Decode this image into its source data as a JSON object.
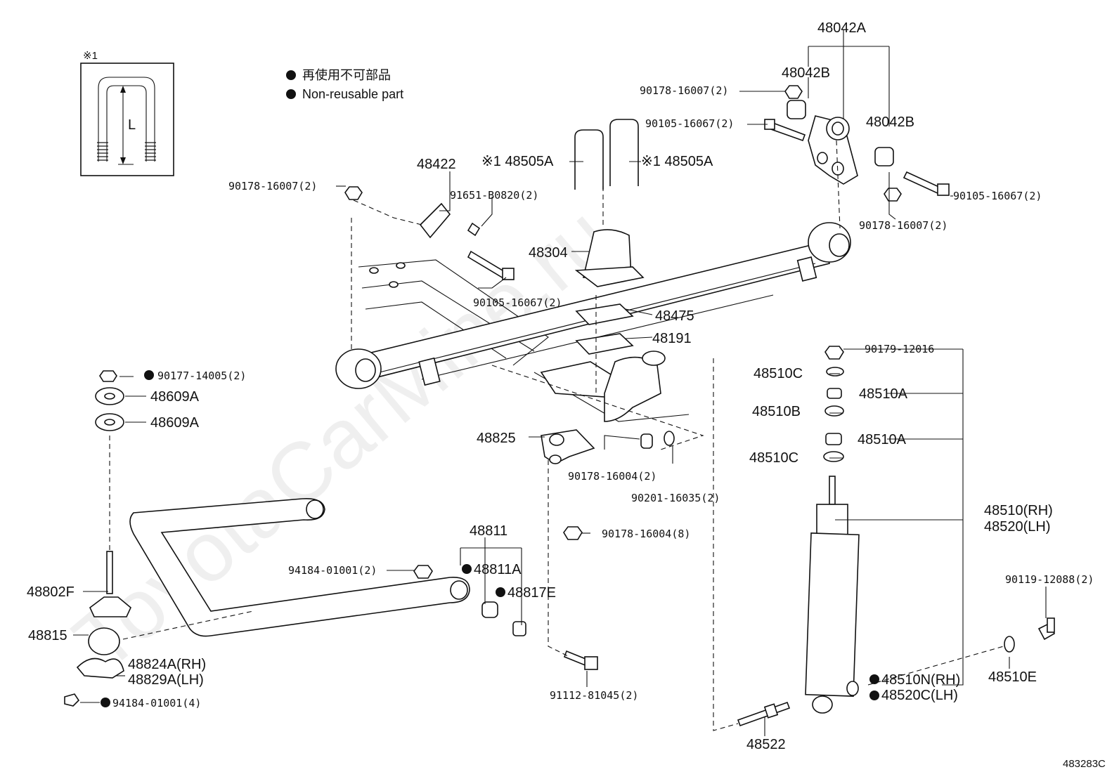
{
  "legend": {
    "jp": "再使用不可部品",
    "en": "Non-reusable part"
  },
  "inset": {
    "ref_mark": "※1",
    "dim_label": "L"
  },
  "labels": {
    "p48042A": "48042A",
    "p48042B_top": "48042B",
    "p48042B_right": "48042B",
    "n90178_16007_a": "90178-16007(2)",
    "n90105_16067_a": "90105-16067(2)",
    "n90105_16067_b": "90105-16067(2)",
    "n90178_16007_b": "90178-16007(2)",
    "n90178_16007_c": "90178-16007(2)",
    "p48422": "48422",
    "n91651_B0820": "91651-B0820(2)",
    "p48505A_left": "※1 48505A",
    "p48505A_right": "※1 48505A",
    "p48304": "48304",
    "n90105_16067_c": "90105-16067(2)",
    "p48475": "48475",
    "p48191": "48191",
    "n90177_14005": "90177-14005(2)",
    "p48609A_a": "48609A",
    "p48609A_b": "48609A",
    "p48825": "48825",
    "n90178_16004_a": "90178-16004(2)",
    "n90201_16035": "90201-16035(2)",
    "n90178_16004_b": "90178-16004(8)",
    "n90179_12016": "90179-12016",
    "p48510C_a": "48510C",
    "p48510A_a": "48510A",
    "p48510B": "48510B",
    "p48510A_b": "48510A",
    "p48510C_b": "48510C",
    "p48510_RH": "48510(RH)",
    "p48520_LH": "48520(LH)",
    "p48811": "48811",
    "n94184_01001_a": "94184-01001(2)",
    "p48811A": "48811A",
    "p48817E": "48817E",
    "p48802F": "48802F",
    "p48815": "48815",
    "p48824A": "48824A(RH)",
    "p48829A": "48829A(LH)",
    "n94184_01001_b": "94184-01001(4)",
    "n91112_81045": "91112-81045(2)",
    "n90119_12088": "90119-12088(2)",
    "p48510E": "48510E",
    "p48510N": "48510N(RH)",
    "p48520C": "48520C(LH)",
    "p48522": "48522"
  },
  "figure_code": "483283C",
  "watermark": "ToyotaCarMine.ru"
}
